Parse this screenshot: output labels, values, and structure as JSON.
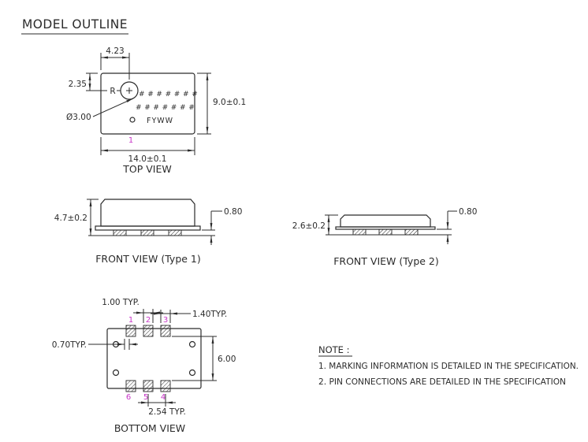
{
  "title": "MODEL OUTLINE",
  "colors": {
    "line": "#2b2b2b",
    "pin_number": "#c837c8",
    "background": "#ffffff"
  },
  "top_view": {
    "label": "TOP VIEW",
    "marking_line1": "# # # # # # #",
    "marking_line2": "# # # # # # #",
    "marking_line3": "FYWW",
    "r_mark": "R",
    "pin1": "1",
    "dim_circle_offset_x": "4.23",
    "dim_circle_offset_y": "2.35",
    "dim_circle_dia": "Ø3.00",
    "dim_height": "9.0±0.1",
    "dim_width": "14.0±0.1"
  },
  "front_view_type1": {
    "label": "FRONT VIEW (Type 1)",
    "dim_height": "4.7±0.2",
    "dim_pad": "0.80"
  },
  "front_view_type2": {
    "label": "FRONT VIEW (Type 2)",
    "dim_height": "2.6±0.2",
    "dim_pad": "0.80"
  },
  "bottom_view": {
    "label": "BOTTOM VIEW",
    "pin_top": [
      "1",
      "2",
      "3"
    ],
    "pin_bottom": [
      "6",
      "5",
      "4"
    ],
    "dim_pad_width": "1.00 TYP.",
    "dim_pad_height": "1.40TYP.",
    "dim_pad_offset": "0.70TYP.",
    "dim_row_gap": "6.00",
    "dim_pitch": "2.54 TYP."
  },
  "note": {
    "heading": "NOTE :",
    "item1": "1. MARKING INFORMATION IS DETAILED IN THE SPECIFICATION.",
    "item2": "2. PIN CONNECTIONS ARE DETAILED IN THE SPECIFICATION"
  }
}
